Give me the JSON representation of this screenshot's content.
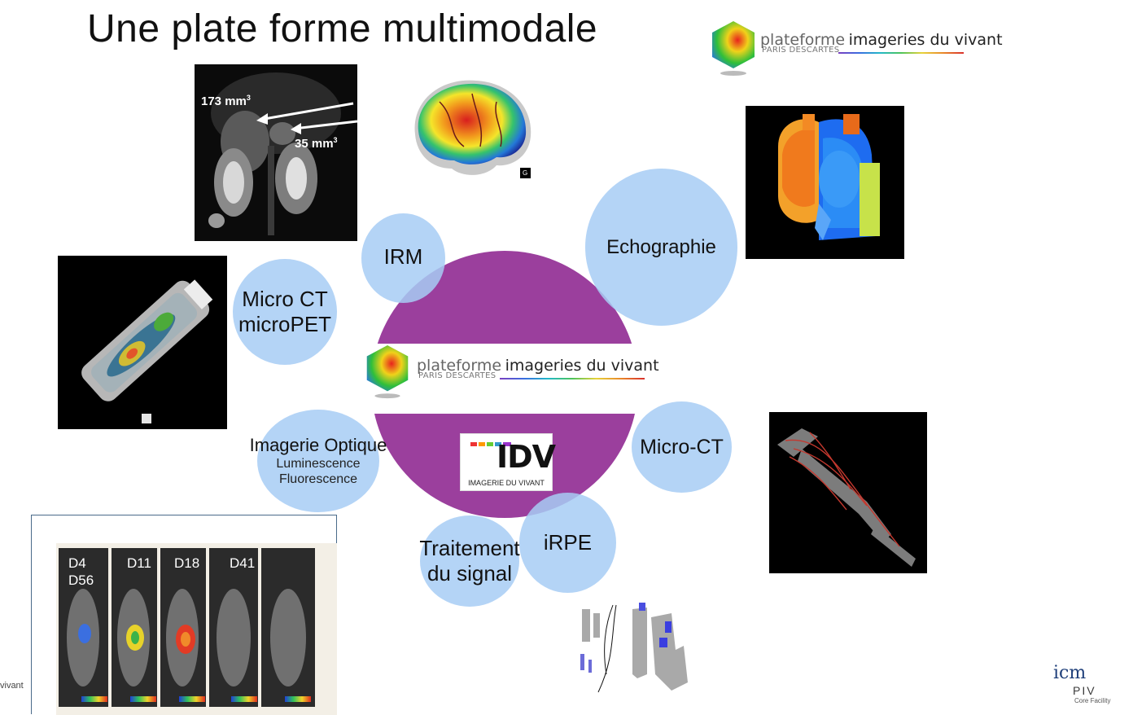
{
  "slide": {
    "title": "Une plate forme multimodale"
  },
  "logo_top": {
    "word1": "plateforme",
    "word2": "imageries du vivant",
    "sub": "PARIS DESCARTES"
  },
  "logo_center": {
    "word1": "plateforme",
    "word2": "imageries du vivant",
    "sub": "PARIS DESCARTES"
  },
  "idv_logo": {
    "mark": "IDV",
    "caption": "IMAGERIE DU VIVANT"
  },
  "bubbles": {
    "irm": "IRM",
    "echographie": "Echographie",
    "micro_ct_line1": "Micro CT",
    "micro_pet": "microPET",
    "imagerie_optique": "Imagerie Optique",
    "luminescence": "Luminescence",
    "fluorescence": "Fluorescence",
    "micro_ct": "Micro-CT",
    "traitement_line1": "Traitement",
    "traitement_line2": "du signal",
    "irpe": "iRPE"
  },
  "mri_panel": {
    "label1_value": "173 mm",
    "label1_exp": "3",
    "label2_value": "35 mm",
    "label2_exp": "3"
  },
  "brain_panel": {
    "badge": "G"
  },
  "optical_panel": {
    "day_labels": [
      "D4",
      "D56",
      "D11",
      "D18",
      "D41"
    ]
  },
  "footer_left": {
    "text": "vivant"
  },
  "footer_right": {
    "icm": "icm",
    "piv": "PIV",
    "sub": "Core Facility"
  },
  "colors": {
    "center_disc": "#9b3f9d",
    "bubble": "#a7cdf5",
    "panel_bg": "#000000",
    "optical_border": "#4a6b8a"
  }
}
